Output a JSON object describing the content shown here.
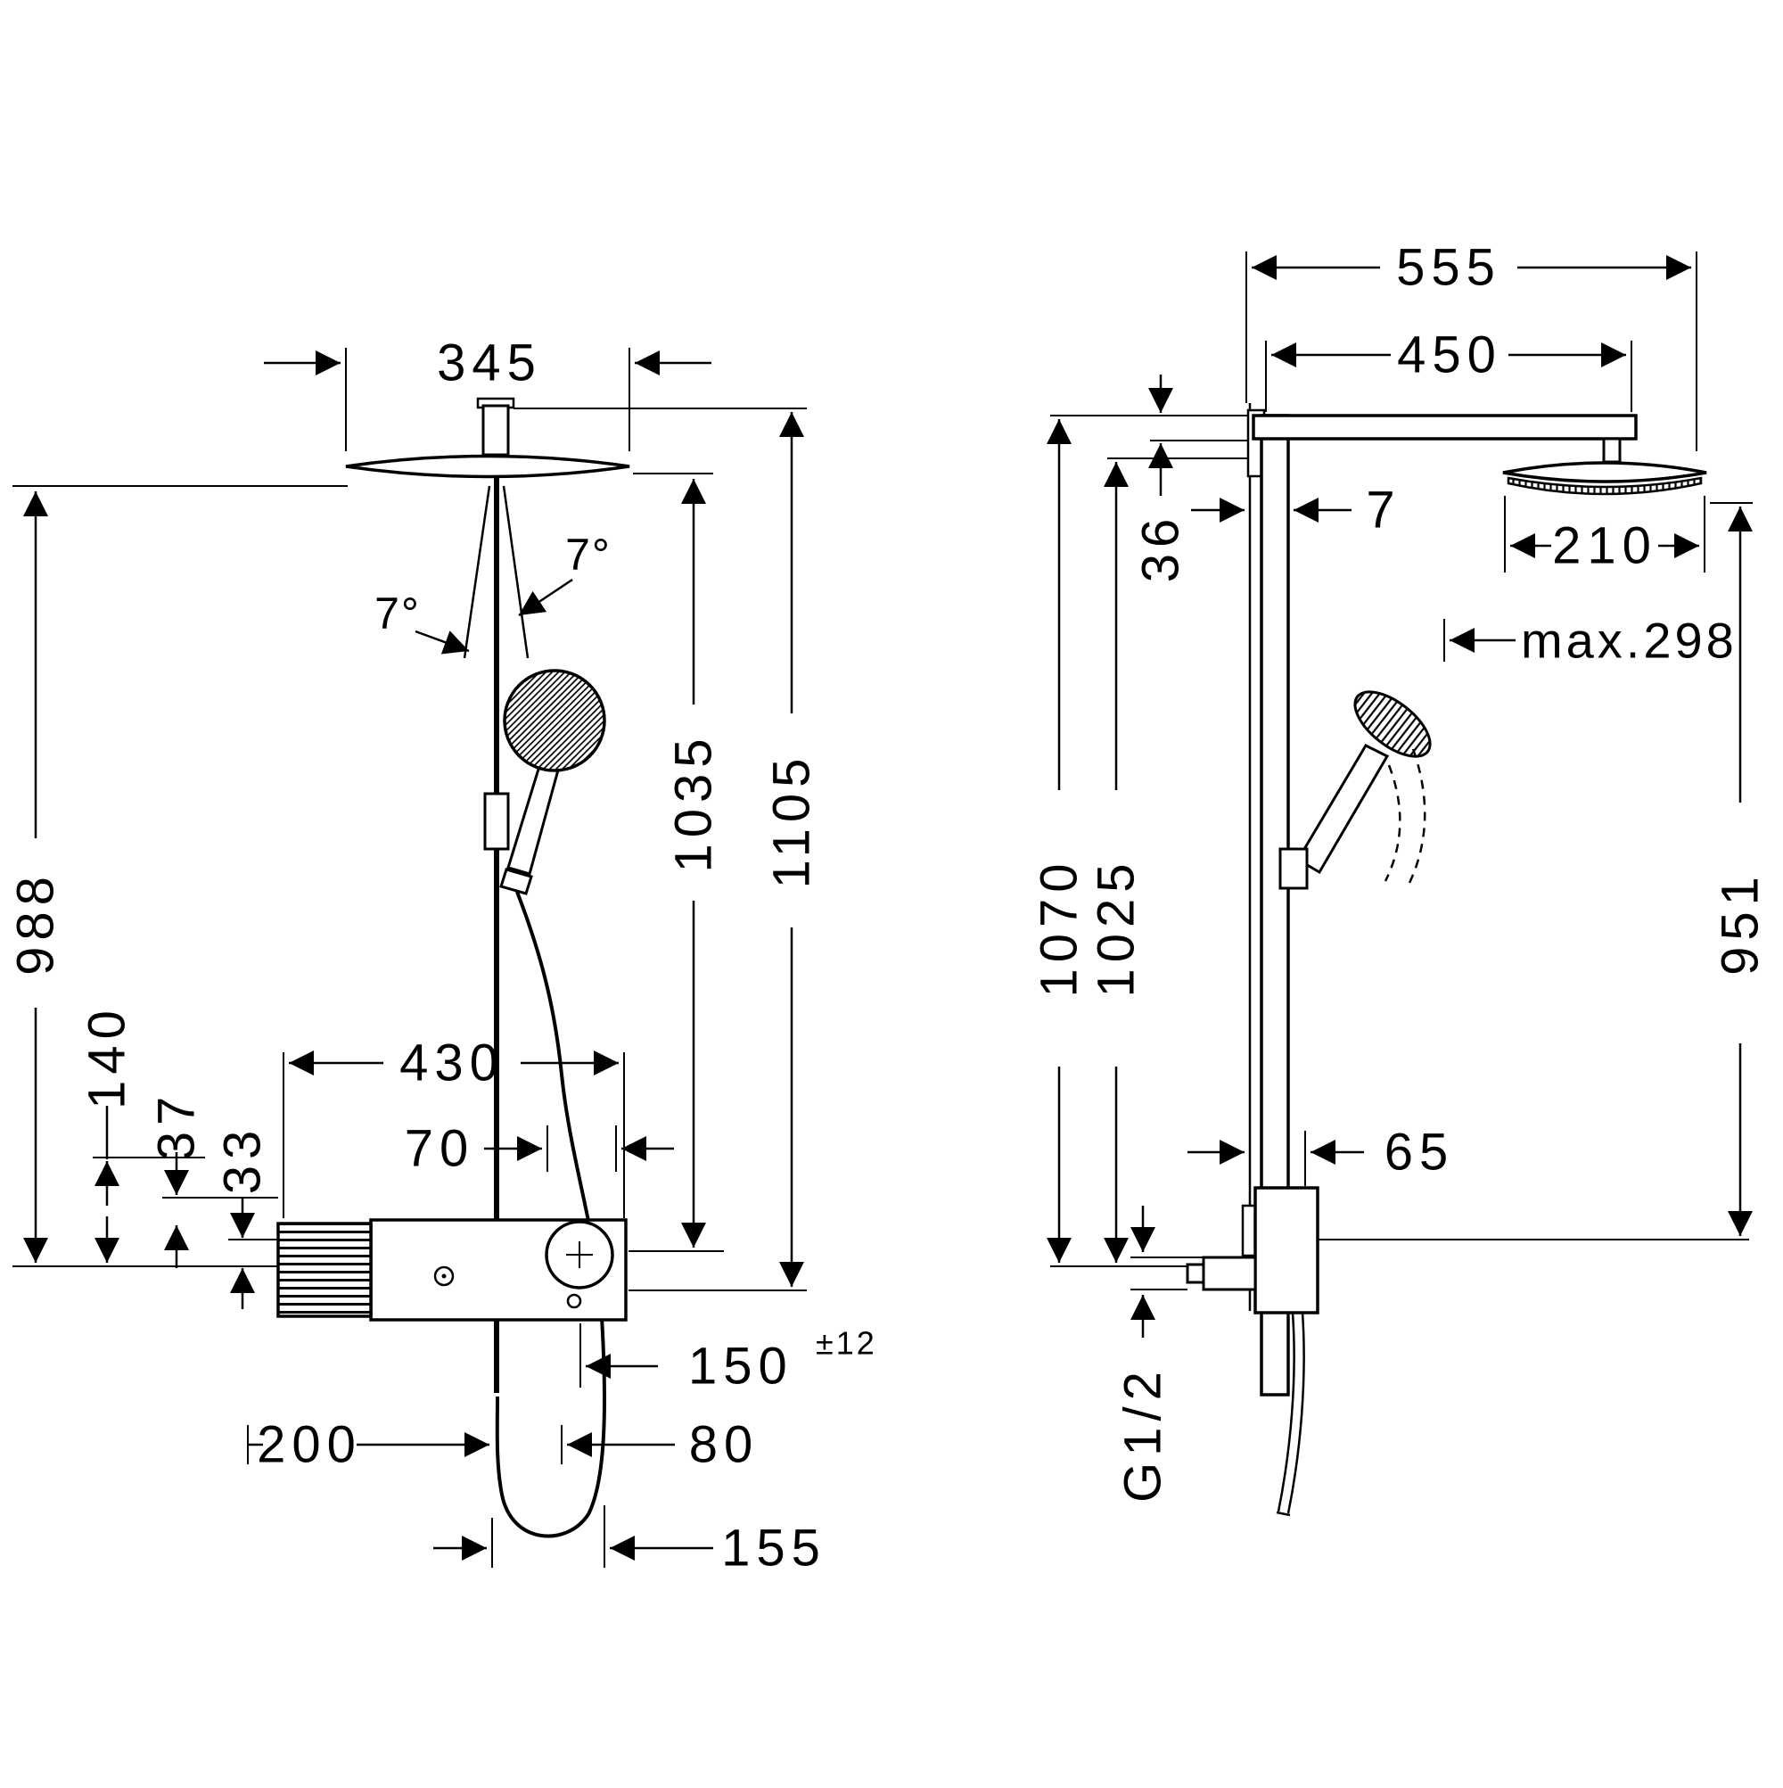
{
  "colors": {
    "ink": "#000000",
    "background": "#ffffff"
  },
  "front_view": {
    "head_width": "345",
    "tilt_angle_left": "7°",
    "tilt_angle_right": "7°",
    "mounting_height": "988",
    "offset_140": "140",
    "offset_37": "37",
    "offset_33": "33",
    "valve_width": "430",
    "control_offset": "70",
    "height_1035": "1035",
    "height_1105": "1105",
    "outlet_150": "150",
    "outlet_tolerance": "±12",
    "offset_200": "200",
    "offset_80": "80",
    "hose_loop_155": "155"
  },
  "side_view": {
    "depth_555": "555",
    "arm_450": "450",
    "wall_offset_7": "7",
    "arm_thickness_36": "36",
    "head_diameter_210": "210",
    "max_reach": "max.298",
    "height_1070": "1070",
    "height_1025": "1025",
    "height_951": "951",
    "valve_depth_65": "65",
    "connection_thread": "G1/2"
  }
}
